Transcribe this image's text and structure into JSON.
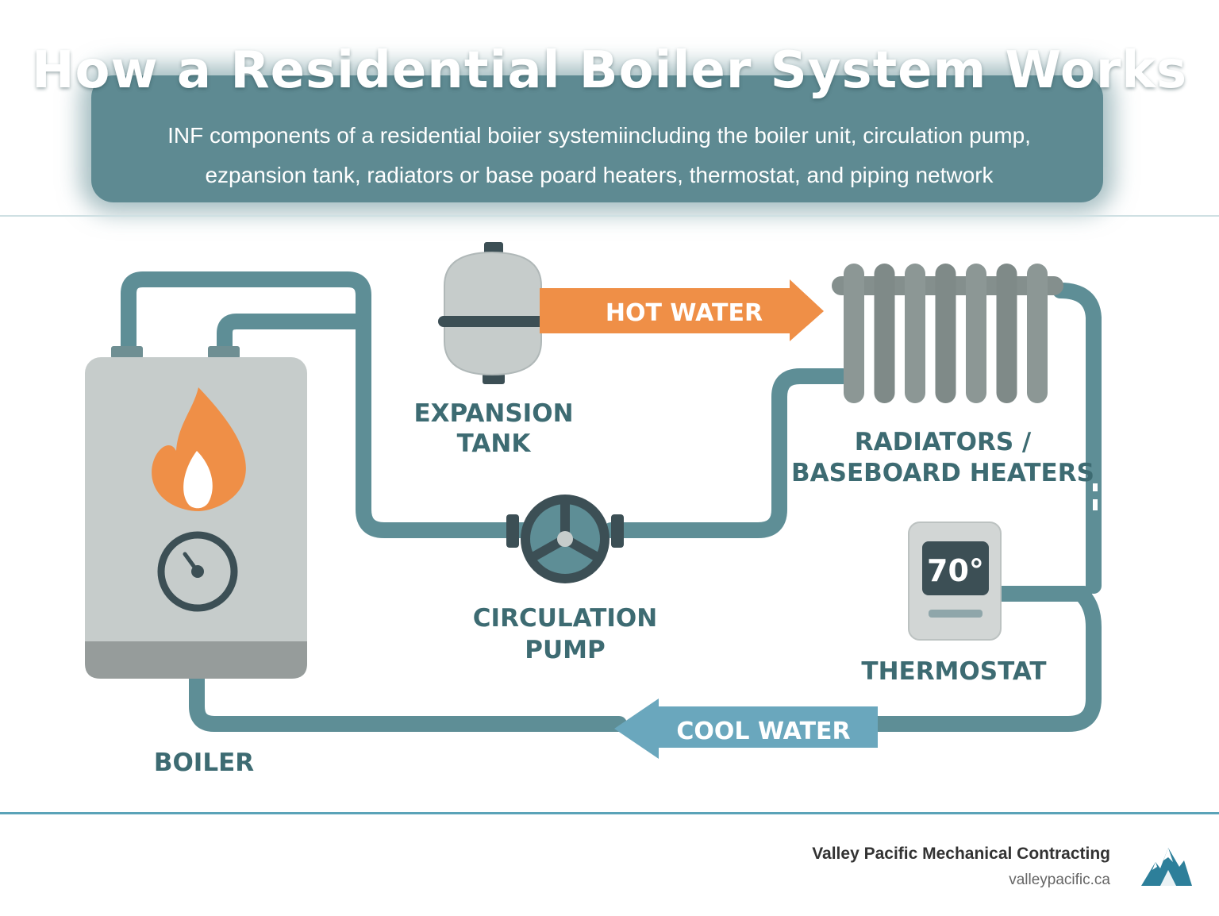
{
  "header": {
    "title": "How a Residential Boiler System Works",
    "subtitle_line1": "INF components of a residential boiier systemiincluding the boiler unit, circulation pump,",
    "subtitle_line2": "ezpansion tank, radiators or base poard heaters, thermostat, and piping network"
  },
  "diagram": {
    "expansion_tank": {
      "line1": "EXPANSION",
      "line2": "TANK"
    },
    "radiators": {
      "line1": "RADIATORS /",
      "line2": "BASEBOARD HEATERS"
    },
    "circulation_pump": {
      "line1": "CIRCULATION",
      "line2": "PUMP"
    },
    "thermostat": {
      "label": "THERMOSTAT",
      "display": "70°"
    },
    "boiler": {
      "label": "BOILER"
    },
    "hot_water_label": "HOT WATER",
    "cool_water_label": "COOL WATER"
  },
  "colors": {
    "pipe": "#5e8e96",
    "hot_water": "#ef8f47",
    "cool_water": "#6aa7bd",
    "label_text": "#3d6b72",
    "accent_line": "#5aa3b8"
  },
  "icons": {
    "flame": "flame-icon",
    "gauge": "gauge-icon",
    "pump": "pump-icon",
    "logo": "mountain-logo-icon"
  },
  "footer": {
    "company": "Valley Pacific Mechanical Contracting",
    "url": "valleypacific.ca"
  }
}
